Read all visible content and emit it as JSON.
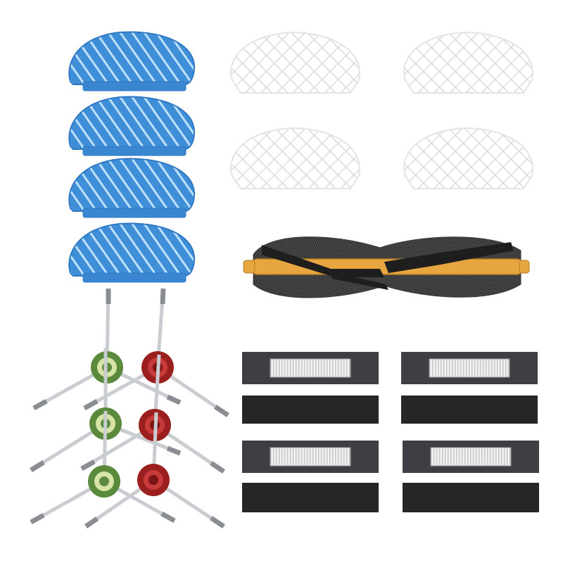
{
  "scene": {
    "background": "#ffffff",
    "items": {
      "mop_pads": {
        "count": 4,
        "color": "#3f8fd8",
        "stripe_color": "#bfe0fb",
        "edge_color": "#2f78c4"
      },
      "mesh_pads": {
        "count": 4,
        "color": "#ffffff",
        "mesh_color": "#d2d4d8"
      },
      "roller_brush": {
        "count": 1,
        "bristle_color": "#3c3c3c",
        "core_color": "#e8a640",
        "blade_color": "#1e1e1e"
      },
      "side_brushes": {
        "count": 6,
        "hub_colors": [
          "#5c8a3c",
          "#9c1f1f"
        ],
        "arm_color": "#c9ccd0"
      },
      "hepa_filters": {
        "count": 4,
        "frame_color": "#3d3f45",
        "pleat_color": "#ececec"
      },
      "foam_filters": {
        "count": 4,
        "color": "#262626"
      }
    }
  }
}
